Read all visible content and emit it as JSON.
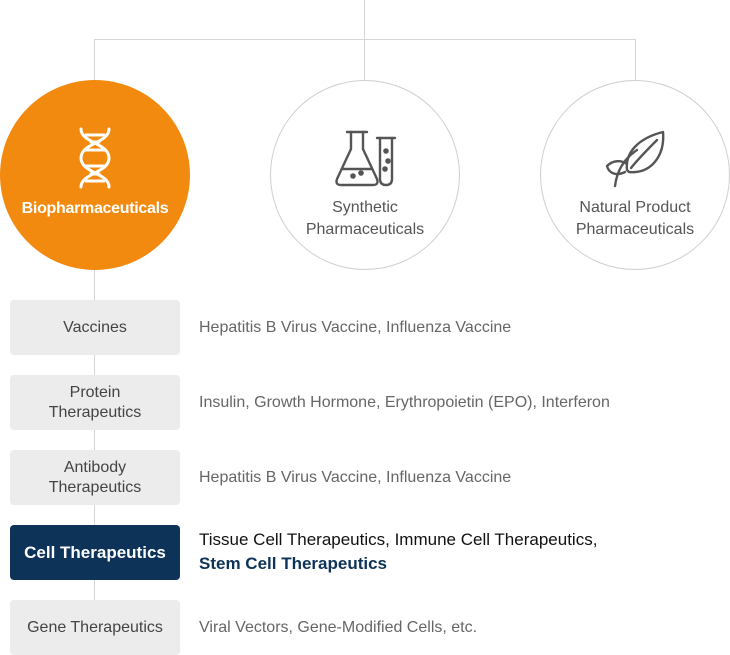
{
  "circles": [
    {
      "label": "Biopharmaceuticals",
      "icon": "dna-icon",
      "active": true
    },
    {
      "label_line1": "Synthetic",
      "label_line2": "Pharmaceuticals",
      "icon": "flask-test-tube-icon"
    },
    {
      "label_line1": "Natural Product",
      "label_line2": "Pharmaceuticals",
      "icon": "leaf-icon"
    }
  ],
  "categories": [
    {
      "label": "Vaccines",
      "desc": "Hepatitis B Virus Vaccine, Influenza Vaccine"
    },
    {
      "label_line1": "Protein",
      "label_line2": "Therapeutics",
      "desc": "Insulin, Growth Hormone, Erythropoietin (EPO), Interferon"
    },
    {
      "label_line1": "Antibody",
      "label_line2": "Therapeutics",
      "desc": "Hepatitis B Virus Vaccine, Influenza Vaccine"
    },
    {
      "label": "Cell Therapeutics",
      "desc_line1": "Tissue Cell Therapeutics, Immune Cell Therapeutics,",
      "desc_line2": "Stem Cell Therapeutics",
      "active": true
    },
    {
      "label": "Gene Therapeutics",
      "desc": "Viral Vectors, Gene-Modified Cells, etc."
    }
  ],
  "colors": {
    "accent": "#f28a0f",
    "navy": "#0e3358",
    "box": "#ececec",
    "line": "#d6d6d6"
  }
}
